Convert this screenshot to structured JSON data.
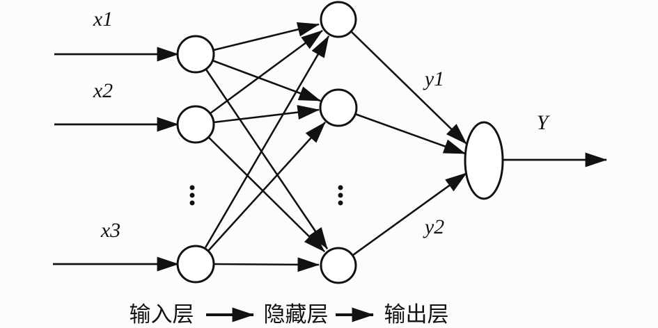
{
  "figure": {
    "type": "neural-network-diagram",
    "colors": {
      "stroke": "#111111",
      "background": "#fcfcfc",
      "node_fill": "#ffffff"
    },
    "structure": {
      "input_nodes_shown": 3,
      "hidden_nodes_shown": 3,
      "output_nodes_shown": 1,
      "input_ellipsis": "⋮",
      "hidden_ellipsis": "⋮",
      "fully_connected": true
    },
    "labels": {
      "input_1": "x1",
      "input_2": "x2",
      "input_3": "x3",
      "hidden_out_1": "y1",
      "hidden_out_2": "y2",
      "output": "Y"
    },
    "legend": {
      "input_layer": "输入层",
      "hidden_layer": "隐藏层",
      "output_layer": "输出层"
    }
  }
}
